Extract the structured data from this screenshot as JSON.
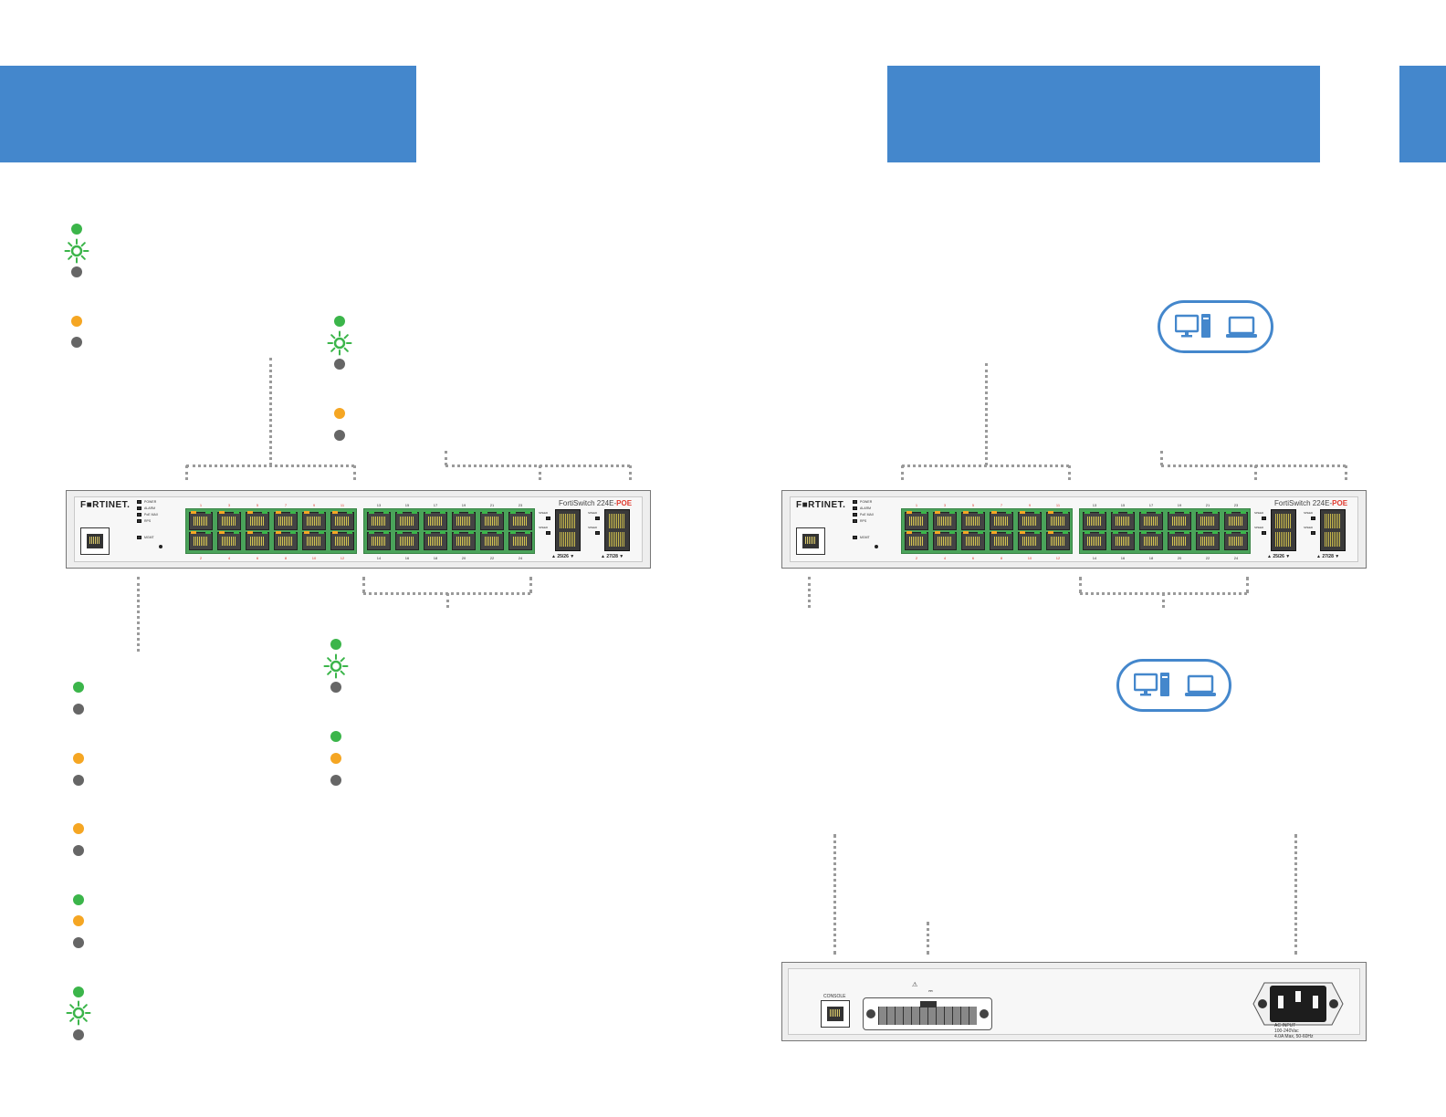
{
  "front_panel": {
    "logo": "F■RTINET.",
    "model_name": "FortiSwitch 224E-",
    "model_suffix": "POE",
    "led_labels": [
      "POWER",
      "ALARM",
      "PoE MAX",
      "RPS"
    ],
    "mgmt_label": "MGMT",
    "top_port_numbers": [
      "1",
      "3",
      "5",
      "7",
      "9",
      "11",
      "13",
      "15",
      "17",
      "19",
      "21",
      "23"
    ],
    "bottom_port_numbers": [
      "2",
      "4",
      "6",
      "8",
      "10",
      "12",
      "14",
      "16",
      "18",
      "20",
      "22",
      "24"
    ],
    "sfp_led_labels": [
      "SPEED",
      "LINK/ACT",
      "SPEED",
      "LINK/ACT"
    ],
    "sfp_group_labels": [
      "▲ 25/26 ▼",
      "▲ 27/28 ▼"
    ]
  },
  "rear_panel": {
    "console_label": "CONSOLE",
    "warning_symbol": "⚠",
    "rps_symbol": "⎓",
    "ac_input_lines": [
      "AC INPUT",
      "100-240Vac",
      "4.0A Max, 50-60Hz"
    ]
  },
  "icons": [
    "desktop-computer-icon",
    "laptop-icon",
    "led-solid-icon",
    "led-blinking-icon",
    "led-off-icon"
  ],
  "colors": {
    "accent_blue": "#4487cc",
    "led_green": "#3bb54a",
    "led_amber": "#f5a623",
    "led_off": "#666666",
    "port_number_red": "#e03a2f"
  }
}
